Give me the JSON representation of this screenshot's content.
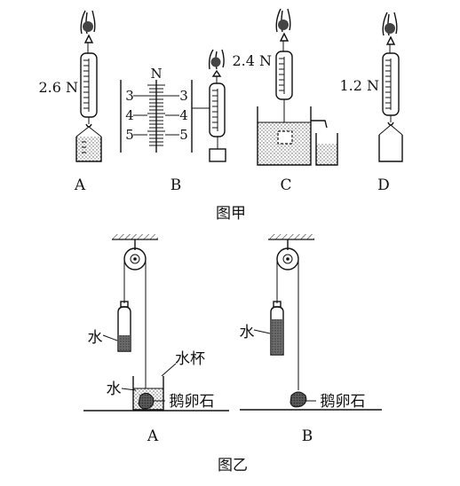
{
  "figure_jia": {
    "caption": "图甲",
    "panels": [
      {
        "letter": "A",
        "reading": "2.6 N"
      },
      {
        "letter": "B",
        "unit": "N",
        "scale_left": [
          "3",
          "4",
          "5"
        ],
        "scale_right": [
          "3",
          "4",
          "5"
        ]
      },
      {
        "letter": "C",
        "reading": "2.4 N"
      },
      {
        "letter": "D",
        "reading": "1.2 N"
      }
    ]
  },
  "figure_yi": {
    "caption": "图乙",
    "panels": [
      {
        "letter": "A",
        "bottle_label": "水",
        "cup_label": "水杯",
        "cup_water_label": "水",
        "stone_label": "鹅卵石"
      },
      {
        "letter": "B",
        "bottle_label": "水",
        "stone_label": "鹅卵石"
      }
    ]
  }
}
